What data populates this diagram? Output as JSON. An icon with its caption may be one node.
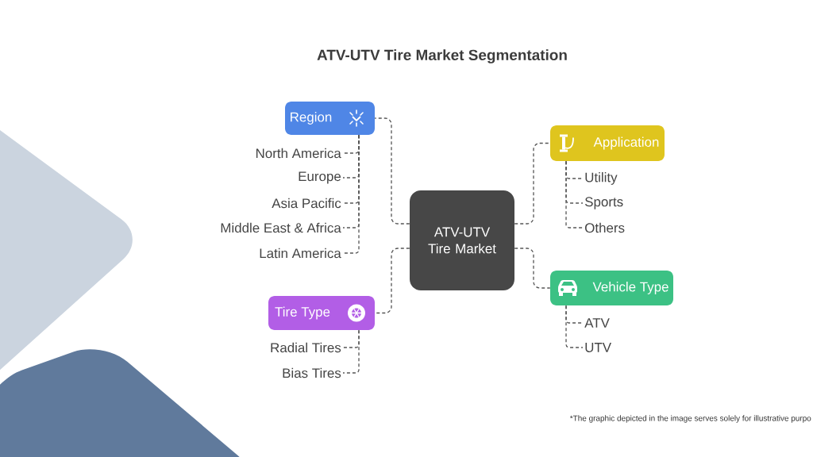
{
  "diagram": {
    "title": "ATV-UTV Tire Market Segmentation",
    "nodes": [
      {
        "text": [
          "ATV-UTV Tire Market"
        ]
      },
      {
        "text": [
          "Region"
        ]
      },
      {
        "text": [
          "North America"
        ]
      },
      {
        "text": [
          "Europe"
        ]
      },
      {
        "text": [
          "Asia Pacific"
        ]
      },
      {
        "text": [
          "Middle East & Africa"
        ]
      },
      {
        "text": [
          "Latin America"
        ]
      },
      {
        "text": [
          "Application"
        ]
      },
      {
        "text": [
          "Utility"
        ]
      },
      {
        "text": [
          "Sports"
        ]
      },
      {
        "text": [
          "Others"
        ]
      },
      {
        "text": [
          "Vehicle Type"
        ]
      },
      {
        "text": [
          "ATV"
        ]
      },
      {
        "text": [
          "UTV"
        ]
      },
      {
        "text": [
          "Tire Type"
        ]
      },
      {
        "text": [
          "Radial Tires"
        ]
      },
      {
        "text": [
          "Bias Tires"
        ]
      }
    ],
    "edges": [
      {
        "from": 0,
        "to": 1,
        "arrow": "none",
        "style": "dashed"
      },
      {
        "from": 1,
        "to": 2,
        "arrow": "none",
        "style": "dashed"
      },
      {
        "from": 1,
        "to": 3,
        "arrow": "none",
        "style": "dashed"
      },
      {
        "from": 1,
        "to": 4,
        "arrow": "none",
        "style": "dashed"
      },
      {
        "from": 1,
        "to": 5,
        "arrow": "none",
        "style": "dashed"
      },
      {
        "from": 1,
        "to": 6,
        "arrow": "none",
        "style": "dashed"
      },
      {
        "from": 0,
        "to": 7,
        "arrow": "none",
        "style": "dashed"
      },
      {
        "from": 7,
        "to": 8,
        "arrow": "none",
        "style": "dashed"
      },
      {
        "from": 7,
        "to": 9,
        "arrow": "none",
        "style": "dashed"
      },
      {
        "from": 7,
        "to": 10,
        "arrow": "none",
        "style": "dashed"
      },
      {
        "from": 0,
        "to": 11,
        "arrow": "none",
        "style": "dashed"
      },
      {
        "from": 11,
        "to": 12,
        "arrow": "none",
        "style": "dashed"
      },
      {
        "from": 11,
        "to": 13,
        "arrow": "none",
        "style": "dashed"
      },
      {
        "from": 0,
        "to": 14,
        "arrow": "none",
        "style": "dashed"
      },
      {
        "from": 14,
        "to": 15,
        "arrow": "none",
        "style": "dashed"
      },
      {
        "from": 14,
        "to": 16,
        "arrow": "none",
        "style": "dashed"
      }
    ],
    "labels": [
      "*The graphic depicted in the image serves solely for illustrative purpo"
    ]
  }
}
